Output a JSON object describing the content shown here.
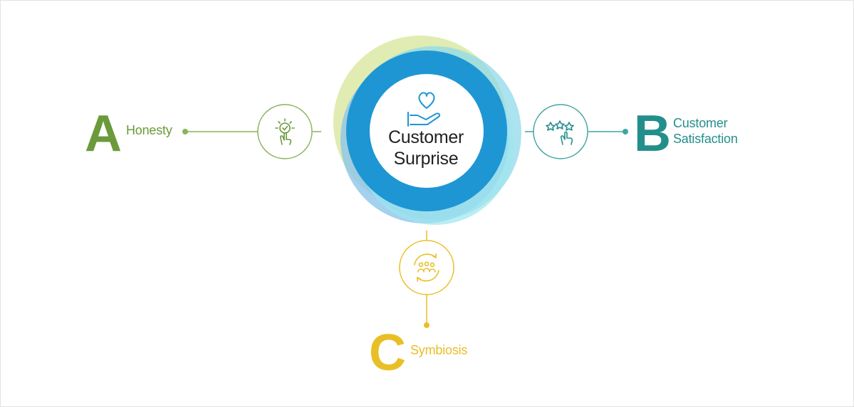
{
  "center": {
    "title_line1": "Customer",
    "title_line2": "Surprise",
    "icon": "heart-in-hand-icon"
  },
  "nodes": [
    {
      "letter": "A",
      "label_lines": [
        "Honesty"
      ],
      "icon": "sun-check-hand-icon",
      "color": "#6b9a3a"
    },
    {
      "letter": "B",
      "label_lines": [
        "Customer",
        "Satisfaction"
      ],
      "icon": "stars-rating-hand-icon",
      "color": "#238f8c"
    },
    {
      "letter": "C",
      "label_lines": [
        "Symbiosis"
      ],
      "icon": "people-cycle-icon",
      "color": "#e8bf26"
    }
  ],
  "colors": {
    "ring_blue": "#1e96d3",
    "ring_light_blue": "#7ec8ea",
    "ring_yellow_green": "#d8e7a0",
    "ring_cyan": "#8fe0ec",
    "center_icon": "#1e96d3"
  }
}
